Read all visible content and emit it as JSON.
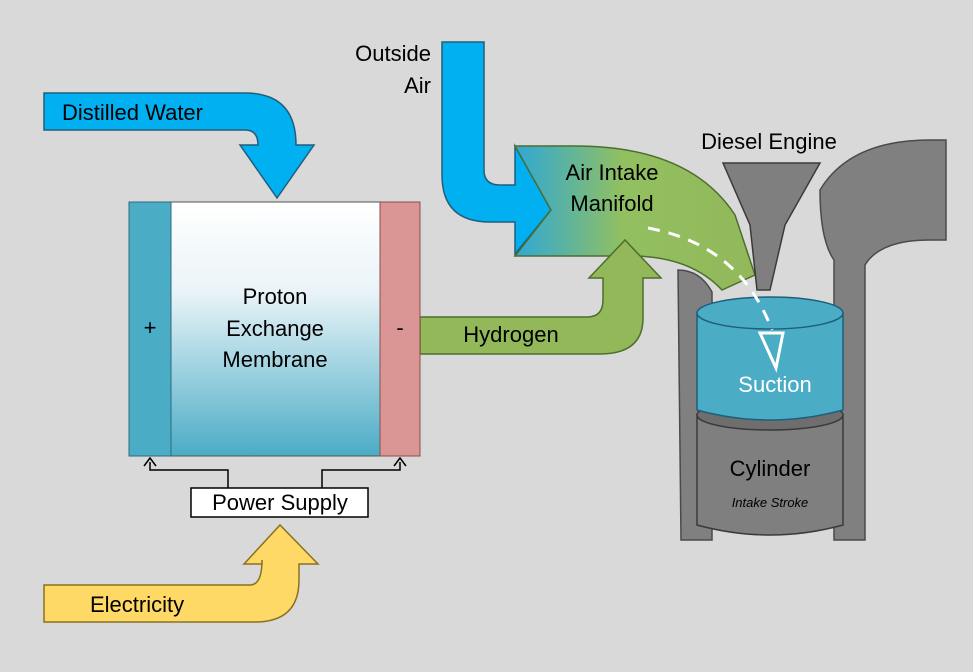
{
  "labels": {
    "distilled_water": "Distilled Water",
    "outside_air_line1": "Outside",
    "outside_air_line2": "Air",
    "air_intake_line1": "Air Intake",
    "air_intake_line2": "Manifold",
    "diesel_engine": "Diesel Engine",
    "pem_line1": "Proton",
    "pem_line2": "Exchange",
    "pem_line3": "Membrane",
    "plus": "+",
    "minus": "-",
    "hydrogen": "Hydrogen",
    "suction": "Suction",
    "cylinder": "Cylinder",
    "intake_stroke": "Intake Stroke",
    "power_supply": "Power Supply",
    "electricity": "Electricity"
  },
  "colors": {
    "background": "#d9d9d9",
    "water_blue": "#00b0f0",
    "hydrogen_green": "#92b85a",
    "electricity_yellow": "#ffd966",
    "anode_blue": "#4bacc6",
    "cathode_red": "#d99694",
    "engine_gray": "#7f7f7f",
    "dark_gray": "#595959",
    "suction_blue": "#4bacc6"
  }
}
